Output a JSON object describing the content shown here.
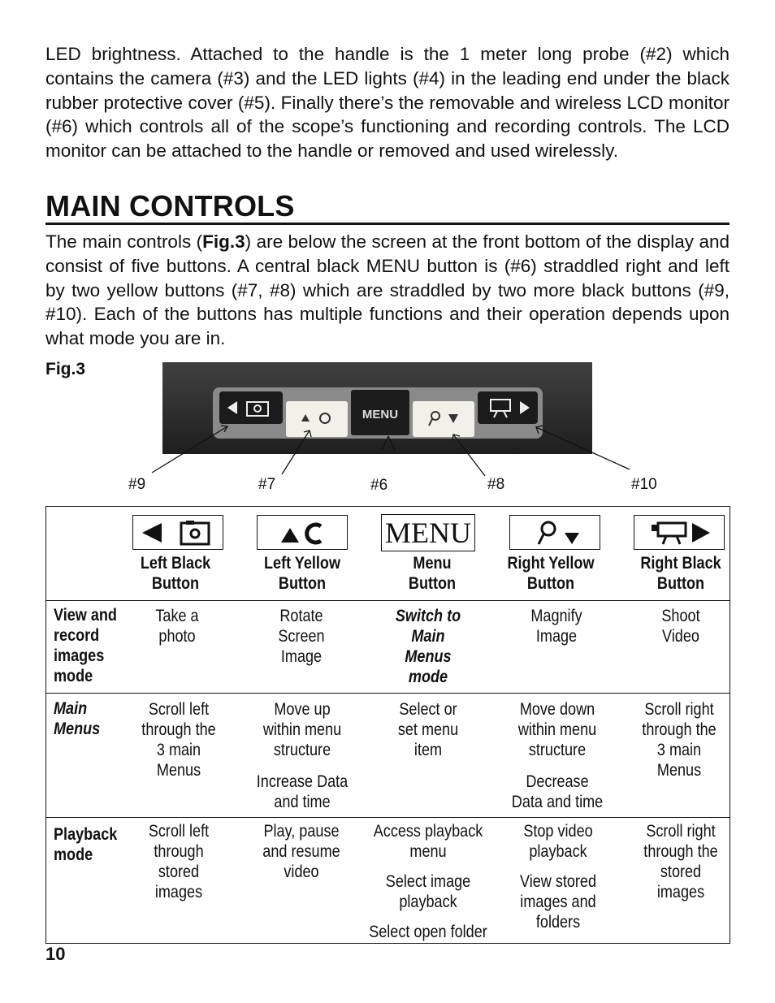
{
  "intro_paragraph": "LED brightness. Attached to the handle is the 1 meter long probe (#2) which contains the camera (#3) and the LED lights (#4) in the leading end under the black rubber protective cover (#5). Finally there’s the removable and wireless LCD monitor (#6) which controls all of the scope’s functioning and recording controls. The LCD monitor can be attached to the handle or removed and used wirelessly.",
  "section_heading": "MAIN CONTROLS",
  "controls_paragraph": {
    "before": "The main controls (",
    "fig_ref": "Fig.3",
    "after": ") are below the screen at the front bottom of the display and consist of five buttons. A central black MENU button is (#6) straddled right and left by two yellow buttons (#7, #8) which are straddled by two more black buttons (#9, #10). Each of the buttons has multiple functions and their operation depends upon what mode you are in."
  },
  "figure": {
    "label": "Fig.3",
    "menu_button_text": "MENU",
    "callouts": [
      "#9",
      "#7",
      "#6",
      "#8",
      "#10"
    ]
  },
  "table": {
    "columns": [
      {
        "icon": "left-arrow-camera-icon",
        "label_line1": "Left Black",
        "label_line2": "Button"
      },
      {
        "icon": "up-arrow-rotate-icon",
        "label_line1": "Left Yellow",
        "label_line2": "Button"
      },
      {
        "icon": "menu-text-icon",
        "icon_text": "MENU",
        "label_line1": "Menu",
        "label_line2": "Button"
      },
      {
        "icon": "magnifier-down-arrow-icon",
        "label_line1": "Right Yellow",
        "label_line2": "Button"
      },
      {
        "icon": "video-camera-right-arrow-icon",
        "label_line1": "Right Black",
        "label_line2": "Button"
      }
    ],
    "rows": [
      {
        "label": [
          "View and",
          "record",
          "images",
          "mode"
        ],
        "cells": [
          [
            "Take a",
            "photo"
          ],
          [
            "Rotate",
            "Screen",
            "Image"
          ],
          [
            "Switch to",
            "Main",
            "Menus",
            "mode"
          ],
          [
            "Magnify",
            "Image"
          ],
          [
            "Shoot",
            "Video"
          ]
        ]
      },
      {
        "label": [
          "Main",
          "Menus"
        ],
        "cells": [
          [
            "Scroll left",
            "through the",
            "3 main",
            "Menus"
          ],
          [
            "Move up",
            "within menu",
            "structure"
          ],
          [
            "Select or",
            "set menu",
            "item"
          ],
          [
            "Move down",
            "within menu",
            "structure"
          ],
          [
            "Scroll right",
            "through the",
            "3 main",
            "Menus"
          ]
        ],
        "extra": {
          "col2": [
            "Increase Data",
            "and time"
          ],
          "col4": [
            "Decrease",
            "Data and time"
          ]
        }
      },
      {
        "label": [
          "Playback",
          "mode"
        ],
        "cells": [
          [
            "Scroll left",
            "through",
            "stored",
            "images"
          ],
          [
            "Play, pause",
            "and resume",
            "video"
          ],
          [
            "Access playback",
            "menu"
          ],
          [
            "Stop video",
            "playback"
          ],
          [
            "Scroll right",
            "through the",
            "stored",
            "images"
          ]
        ],
        "extra": {
          "col3a": [
            "Select image",
            "playback"
          ],
          "col3b": [
            "Select open folder"
          ],
          "col4": [
            "View stored",
            "images and",
            "folders"
          ]
        }
      }
    ]
  },
  "page_number": "10"
}
